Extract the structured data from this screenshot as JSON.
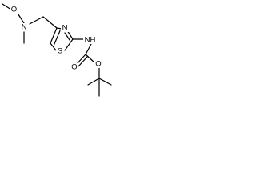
{
  "structure": {
    "atoms": {
      "o_methoxy": "O",
      "n_amine": "N",
      "n_thiazole": "N",
      "s_thiazole": "S",
      "nh_carbamate": "NH",
      "o_ester": "O",
      "o_carbonyl": "O"
    }
  }
}
